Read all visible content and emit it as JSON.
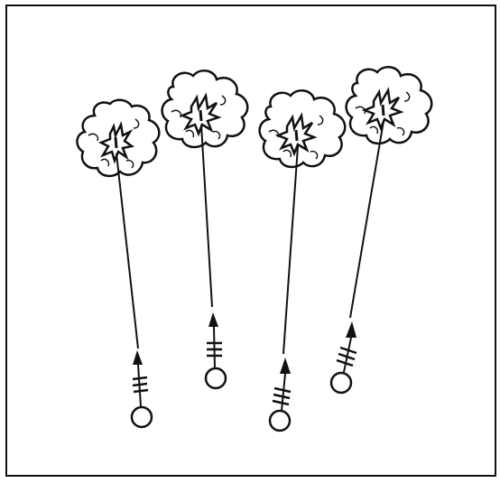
{
  "diagram": {
    "border": "frame",
    "units": [
      {
        "id": "unit-1",
        "shot": "arrow-up",
        "impact": "explosion-cloud"
      },
      {
        "id": "unit-2",
        "shot": "arrow-up",
        "impact": "explosion-cloud"
      },
      {
        "id": "unit-3",
        "shot": "arrow-up",
        "impact": "explosion-cloud"
      },
      {
        "id": "unit-4",
        "shot": "arrow-up",
        "impact": "explosion-cloud"
      }
    ]
  },
  "colors": {
    "ink": "#111111",
    "paper": "#ffffff"
  }
}
